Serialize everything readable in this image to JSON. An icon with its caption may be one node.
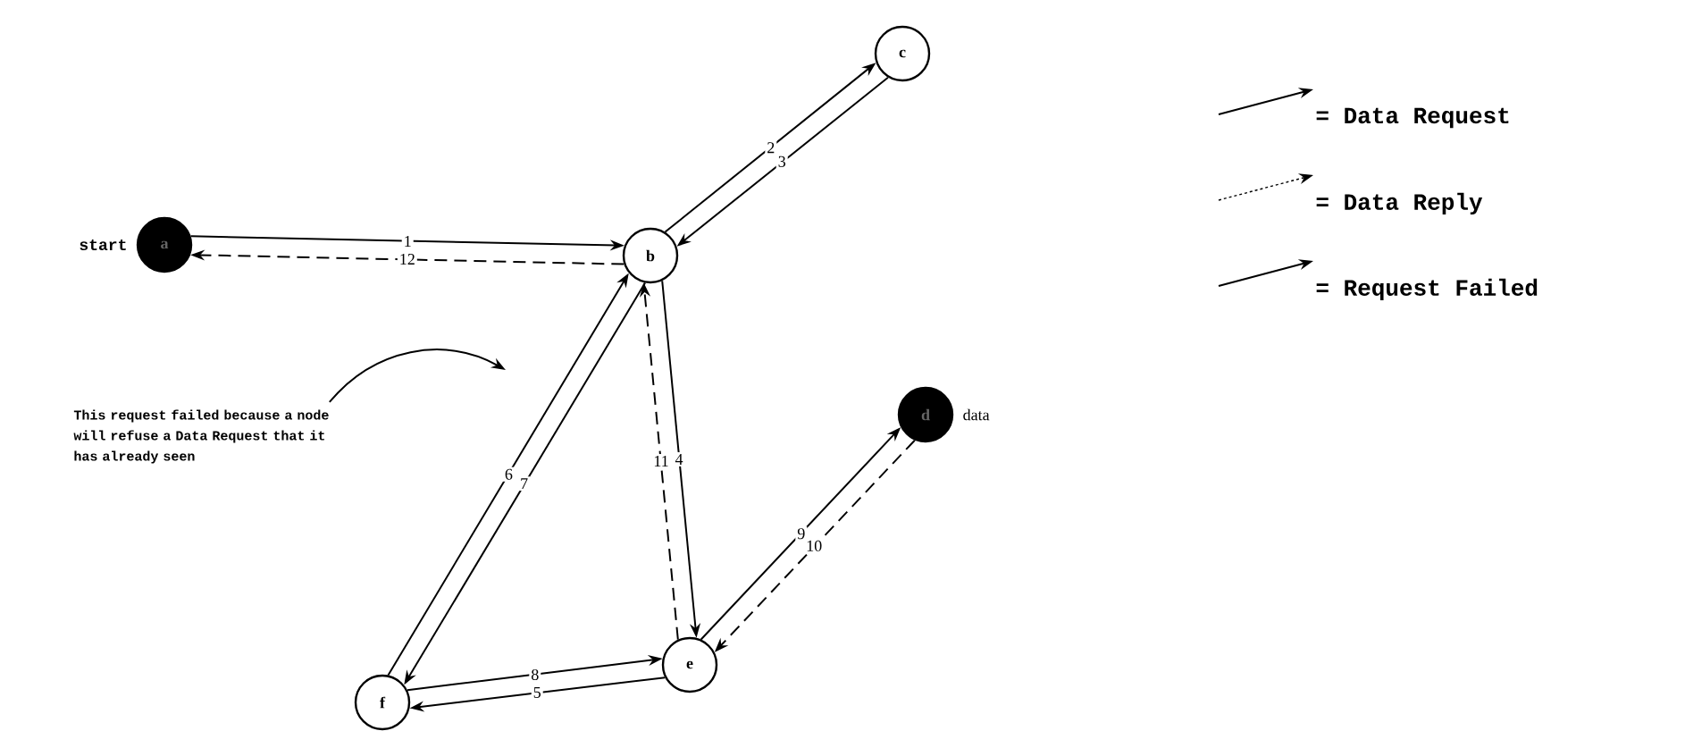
{
  "diagram": {
    "nodes": [
      {
        "text": [
          "a"
        ],
        "beside": [
          "start"
        ]
      },
      {
        "text": [
          "b"
        ]
      },
      {
        "text": [
          "c"
        ]
      },
      {
        "text": [
          "d"
        ],
        "beside": [
          "data"
        ]
      },
      {
        "text": [
          "e"
        ]
      },
      {
        "text": [
          "f"
        ]
      },
      {
        "text": [
          "This request failed because a node will refuse a Data Request that it has already seen"
        ]
      }
    ],
    "edges": [
      {
        "from": 0,
        "to": 1,
        "arrow": "to",
        "label": "1"
      },
      {
        "from": 1,
        "to": 2,
        "arrow": "to",
        "label": "2"
      },
      {
        "from": 2,
        "to": 1,
        "arrow": "to",
        "label": "3"
      },
      {
        "from": 1,
        "to": 4,
        "arrow": "to",
        "label": "4"
      },
      {
        "from": 4,
        "to": 5,
        "arrow": "to",
        "label": "5"
      },
      {
        "from": 5,
        "to": 1,
        "arrow": "to",
        "label": "6"
      },
      {
        "from": 1,
        "to": 5,
        "arrow": "to",
        "label": "7"
      },
      {
        "from": 5,
        "to": 4,
        "arrow": "to",
        "label": "8"
      },
      {
        "from": 4,
        "to": 3,
        "arrow": "to",
        "label": "9"
      },
      {
        "from": 3,
        "to": 4,
        "arrow": "to",
        "label": "10",
        "style": "dashed"
      },
      {
        "from": 4,
        "to": 1,
        "arrow": "to",
        "label": "11",
        "style": "dashed"
      },
      {
        "from": 1,
        "to": 0,
        "arrow": "to",
        "label": "12",
        "style": "dashed"
      },
      {
        "from": 6,
        "to": null,
        "arrow": "to"
      }
    ],
    "legend": [
      {
        "text": "= Data Request"
      },
      {
        "text": "= Data Reply"
      },
      {
        "text": "= Request Failed"
      }
    ]
  }
}
